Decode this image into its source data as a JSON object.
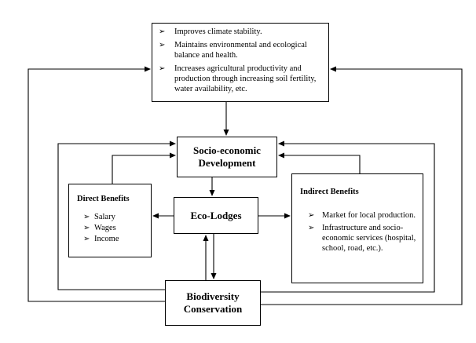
{
  "top_box": {
    "items": [
      "Improves climate stability.",
      "Maintains environmental and ecological balance and health.",
      "Increases agricultural productivity and production through increasing soil fertility, water availability, etc."
    ]
  },
  "socio_economic": {
    "label": "Socio-economic Development"
  },
  "direct_benefits": {
    "heading": "Direct Benefits",
    "items": [
      "Salary",
      "Wages",
      "Income"
    ]
  },
  "eco_lodges": {
    "label": "Eco-Lodges"
  },
  "indirect_benefits": {
    "heading": "Indirect Benefits",
    "items": [
      "Market for local production.",
      "Infrastructure and socio-economic services (hospital, school, road, etc.)."
    ]
  },
  "biodiversity": {
    "label": "Biodiversity Conservation"
  },
  "bullet_glyph": "➢",
  "colors": {
    "stroke": "#000000",
    "background": "#ffffff"
  }
}
